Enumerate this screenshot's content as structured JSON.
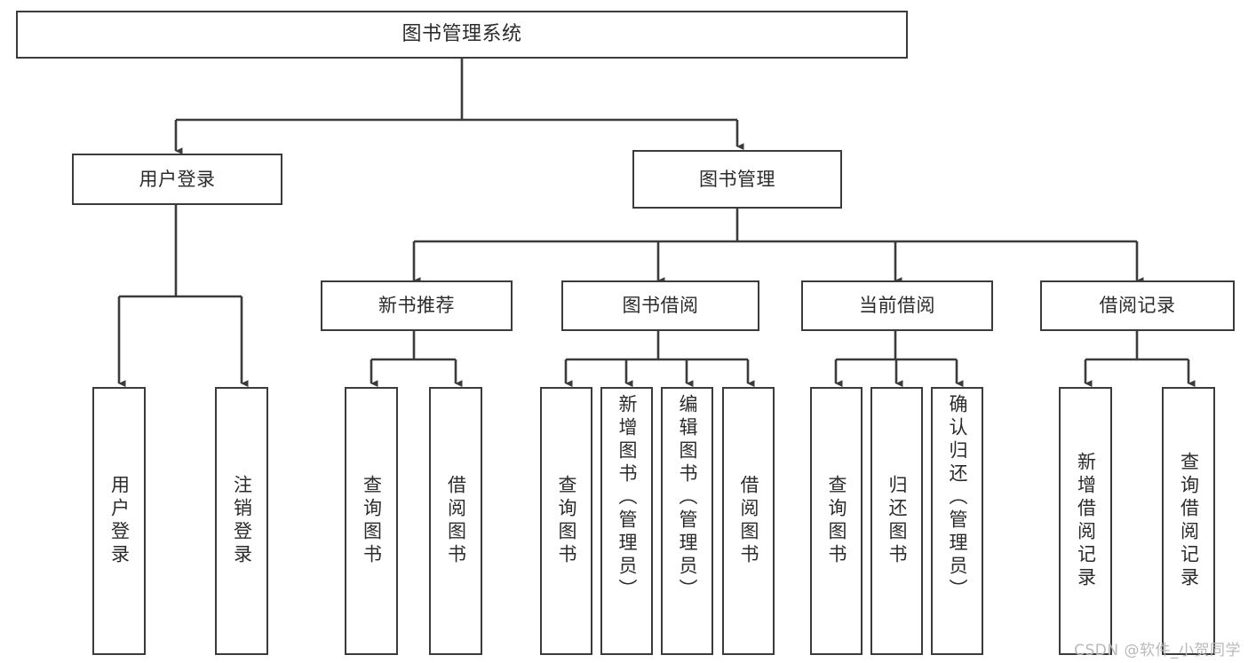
{
  "diagram": {
    "type": "tree-hierarchy",
    "title": "图书管理系统",
    "root": {
      "id": "root",
      "label": "图书管理系统"
    },
    "level1": [
      {
        "id": "user-login",
        "label": "用户登录"
      },
      {
        "id": "book-management",
        "label": "图书管理"
      }
    ],
    "level2": [
      {
        "id": "new-book-recommend",
        "label": "新书推荐",
        "parent": "book-management"
      },
      {
        "id": "book-borrow",
        "label": "图书借阅",
        "parent": "book-management"
      },
      {
        "id": "current-borrow",
        "label": "当前借阅",
        "parent": "book-management"
      },
      {
        "id": "borrow-record",
        "label": "借阅记录",
        "parent": "book-management"
      }
    ],
    "leaves": {
      "user-login": [
        {
          "id": "leaf-user-login",
          "label": "用户登录"
        },
        {
          "id": "leaf-user-logout",
          "label": "注销登录"
        }
      ],
      "new-book-recommend": [
        {
          "id": "leaf-query-book-1",
          "label": "查询图书"
        },
        {
          "id": "leaf-borrow-book-1",
          "label": "借阅图书"
        }
      ],
      "book-borrow": [
        {
          "id": "leaf-query-book-2",
          "label": "查询图书"
        },
        {
          "id": "leaf-add-book",
          "label": "新增图书（管理员）"
        },
        {
          "id": "leaf-edit-book",
          "label": "编辑图书（管理员）"
        },
        {
          "id": "leaf-borrow-book-2",
          "label": "借阅图书"
        }
      ],
      "current-borrow": [
        {
          "id": "leaf-query-book-3",
          "label": "查询图书"
        },
        {
          "id": "leaf-return-book",
          "label": "归还图书"
        },
        {
          "id": "leaf-confirm-return",
          "label": "确认归还（管理员）"
        }
      ],
      "borrow-record": [
        {
          "id": "leaf-add-record",
          "label": "新增借阅记录"
        },
        {
          "id": "leaf-query-record",
          "label": "查询借阅记录"
        }
      ]
    },
    "watermark": "CSDN @软件_小贺同学",
    "colors": {
      "stroke": "#3b3b3b",
      "text": "#2b2b2b",
      "background": "#ffffff",
      "watermark": "#b9b9b9"
    }
  }
}
